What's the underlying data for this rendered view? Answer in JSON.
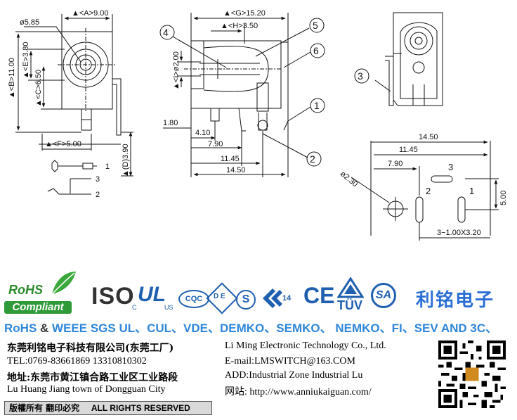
{
  "drawing": {
    "front_view": {
      "dim_a": "▲<A>9.00",
      "dim_b": "▲<B>11.00",
      "dim_e": "▲<E>3.80",
      "dim_c": "▲<C>6.50",
      "dim_d": "▲(D)3.90",
      "dim_f": "▲<F>5.00",
      "dia_585": "ø5.85"
    },
    "side_view": {
      "dim_g": "▲<G>15.20",
      "dim_h": "▲<H>3.50",
      "dim_i": "▲<I>ø2.00",
      "dim_180": "1.80",
      "dim_410": "4.10",
      "dim_790": "7.90",
      "dim_1145": "11.45",
      "dim_1450": "14.50",
      "callouts": [
        "4",
        "5",
        "6",
        "1",
        "2"
      ]
    },
    "rear_view": {
      "callout": "3"
    },
    "schematic": {
      "pin1": "1",
      "pin3": "3",
      "pin2": "2"
    },
    "footprint": {
      "dim_1450": "14.50",
      "dim_1145": "11.45",
      "dim_790": "7.90",
      "dia_230": "ø2.30",
      "dim_500": "5.00",
      "slots": "3−1.00X3.20",
      "pad1": "1",
      "pad2": "2",
      "pad3": "3"
    }
  },
  "certifications": {
    "rohs_top": "RoHS",
    "rohs_bottom": "Compliant",
    "iso": "ISO",
    "iso_sub": "C",
    "ul": "UL",
    "ul_sub": "US",
    "cqc": "CQC",
    "vde": "D E",
    "s_mark": "S",
    "k_num": "14",
    "ce": "CE",
    "tuv": "TÜV",
    "csa": "SA",
    "brand_cn": "利铭电子"
  },
  "standards": {
    "left": "RoHS",
    "amp": "&",
    "right": "WEEE SGS UL、CUL、VDE、DEMKO、SEMKO、 NEMKO、FI、SEV AND 3C、"
  },
  "contact": {
    "company_cn": "东莞利铭电子科技有限公司(东莞工厂)",
    "company_en": "Li Ming Electronic Technology Co., Ltd.",
    "tel": "TEL:0769-83661869   13310810302",
    "email": "E-mail:LMSWITCH@163.COM",
    "addr_cn": "地址:东莞市黄江镇合路工业区工业路段",
    "addr_en1": "ADD:Industrial  Zone  Industrial  Lu",
    "addr_en2": "Lu Huang Jiang town of Dongguan City",
    "website": "网站:  http://www.anniukaiguan.com/",
    "rights_cn": "版權所有  翻印必究",
    "rights_en": "ALL RIGHTS RESERVED"
  },
  "colors": {
    "blue": "#2f86d8",
    "green": "#2e9a38",
    "red": "#d03030",
    "gray_bar": "#d9d9d9"
  }
}
